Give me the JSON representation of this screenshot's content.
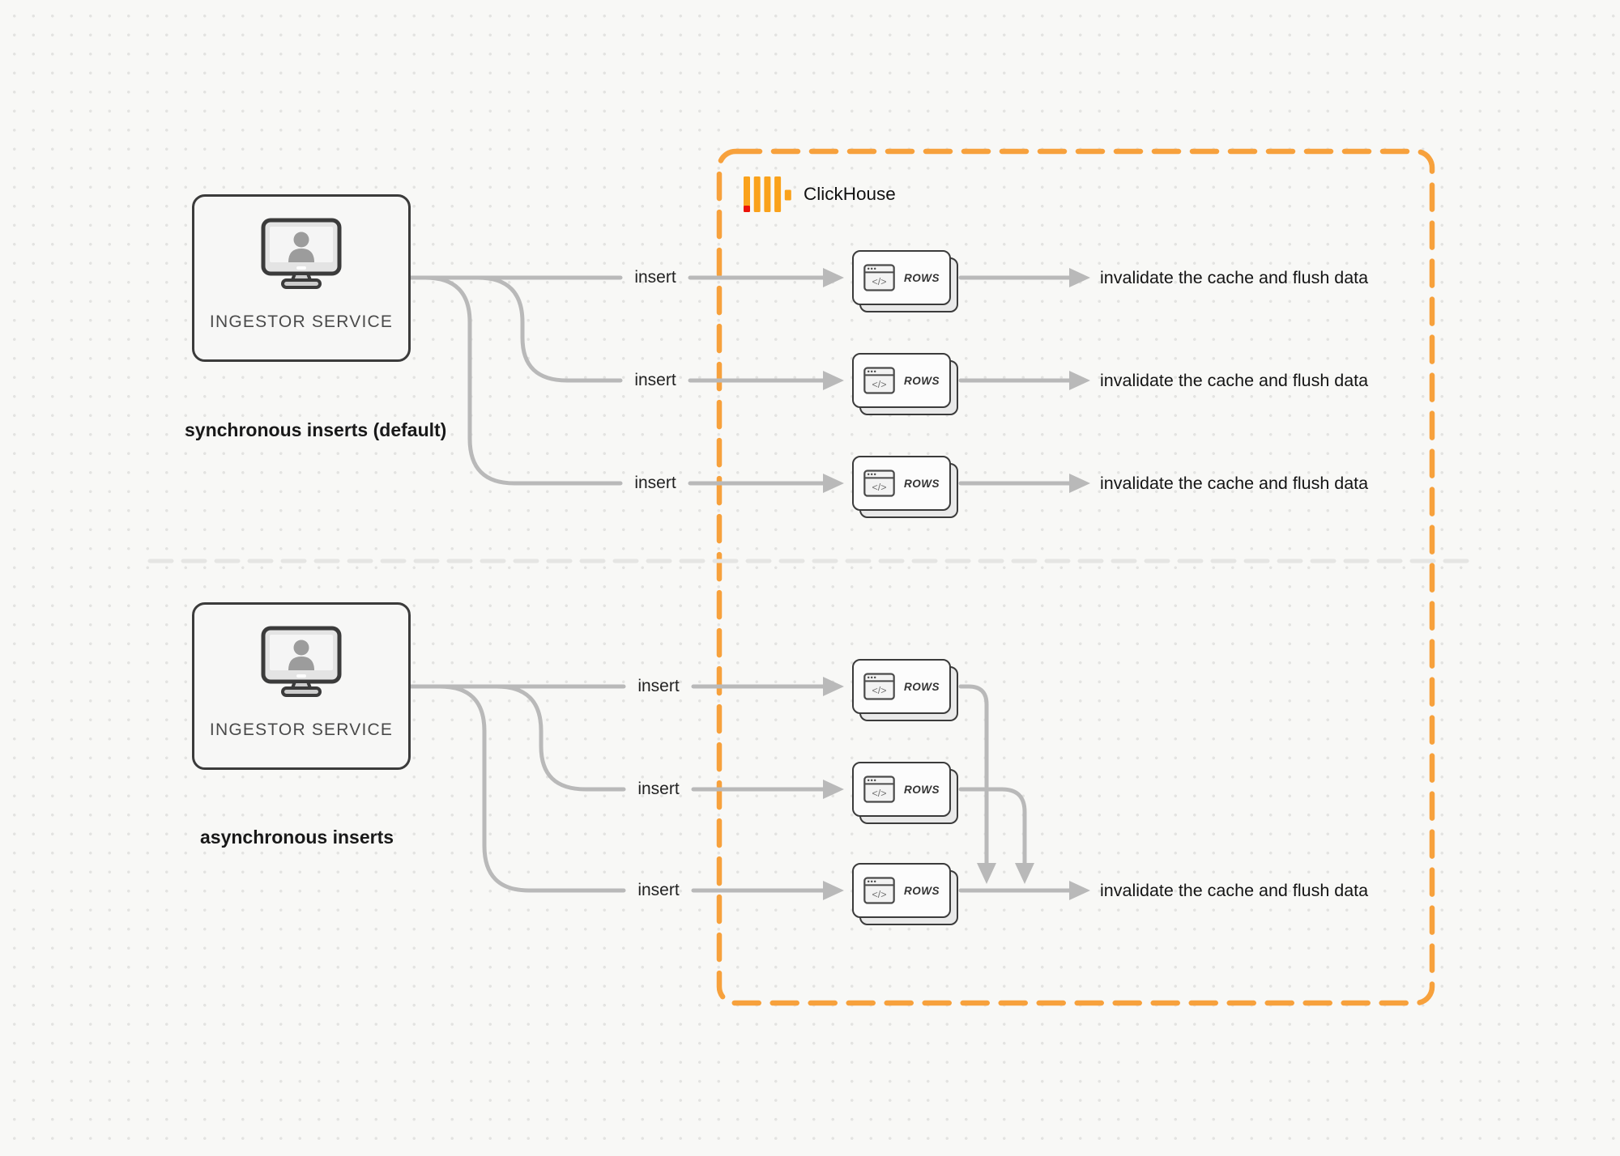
{
  "clickhouse": {
    "name": "ClickHouse",
    "logo_icon": "clickhouse-bars-icon"
  },
  "card": {
    "label": "ROWS",
    "icon": "code-window-icon"
  },
  "sync": {
    "caption": "synchronous inserts (default)",
    "ingestor_label": "INGESTOR SERVICE",
    "ingestor_icon": "monitor-user-icon",
    "inserts": [
      "insert",
      "insert",
      "insert"
    ],
    "results": [
      "invalidate the cache and flush data",
      "invalidate the cache and flush data",
      "invalidate the cache and flush data"
    ]
  },
  "async": {
    "caption": "asynchronous inserts",
    "ingestor_label": "INGESTOR SERVICE",
    "ingestor_icon": "monitor-user-icon",
    "inserts": [
      "insert",
      "insert",
      "insert"
    ],
    "result": "invalidate the cache and flush data"
  },
  "colors": {
    "accent_orange": "#F7A13C",
    "logo_yellow": "#FAA21B",
    "logo_red": "#EC1309",
    "connector_gray": "#B9B9B9",
    "divider_gray": "#E5E5E3"
  }
}
